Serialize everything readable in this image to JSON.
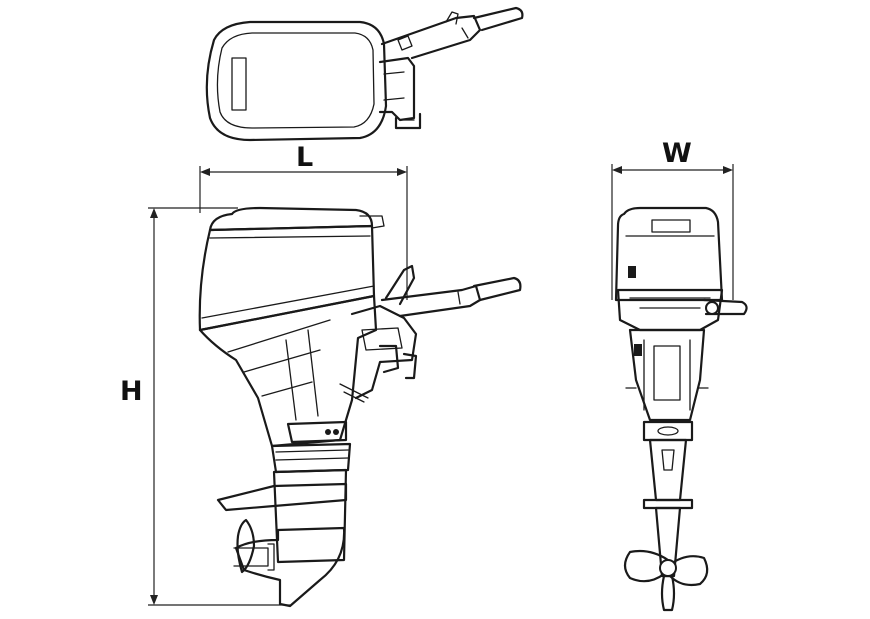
{
  "dimensions": {
    "length_label": "L",
    "width_label": "W",
    "height_label": "H"
  },
  "colors": {
    "ink": "#1a1a1a",
    "background": "#ffffff"
  }
}
